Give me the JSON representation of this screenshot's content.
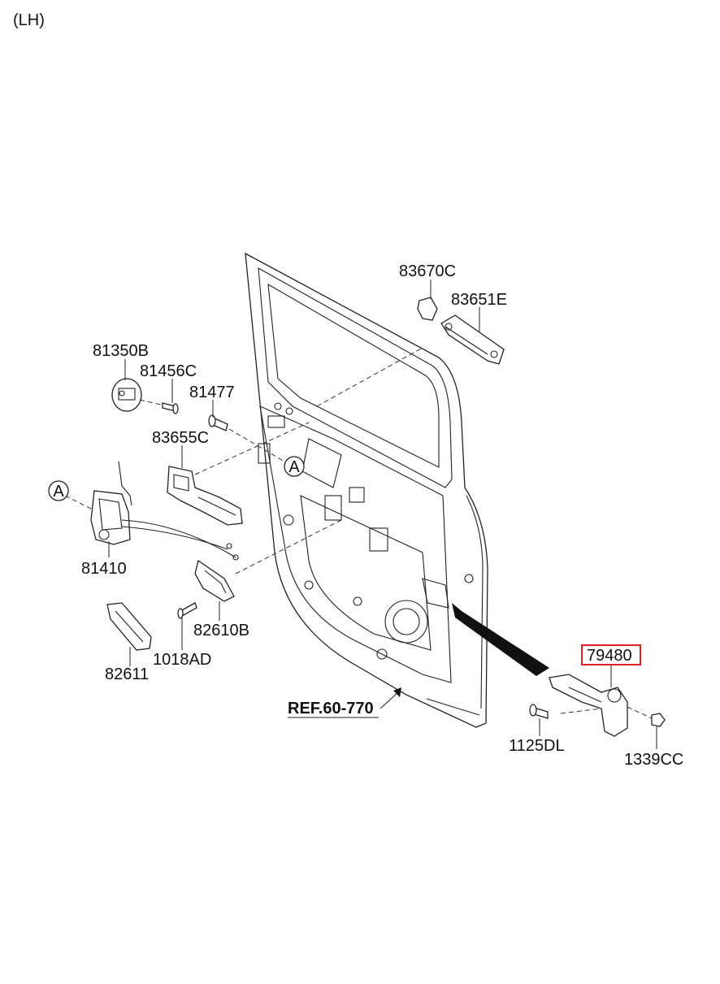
{
  "side_label": "(LH)",
  "ref_label": "REF.60-770",
  "callout_marker": "A",
  "highlight_color": "#e02020",
  "parts": {
    "p83670c": "83670C",
    "p83651e": "83651E",
    "p81350b": "81350B",
    "p81456c": "81456C",
    "p81477": "81477",
    "p83655c": "83655C",
    "p81410": "81410",
    "p82610b": "82610B",
    "p82611": "82611",
    "p1018ad": "1018AD",
    "p79480": "79480",
    "p1125dl": "1125DL",
    "p1339cc": "1339CC"
  }
}
